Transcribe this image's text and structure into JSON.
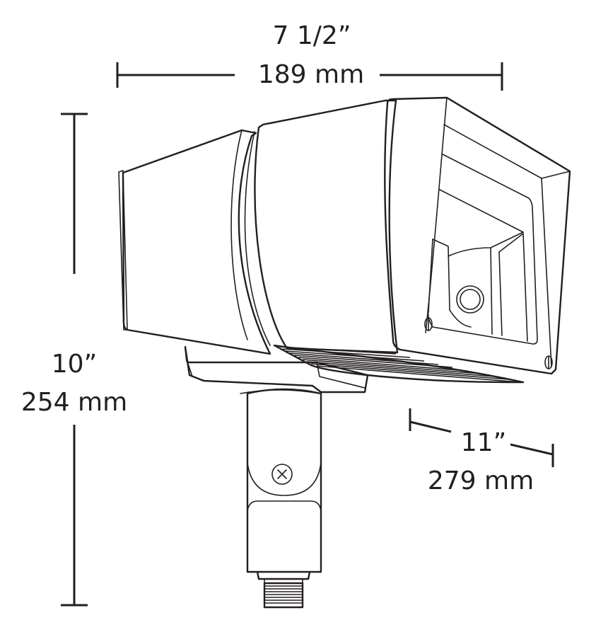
{
  "diagram": {
    "subject": "LED flood light fixture with knuckle mount",
    "line_color": "#231f20",
    "background": "#ffffff",
    "dimensions": {
      "width": {
        "imperial": "7 1/2”",
        "metric": "189 mm"
      },
      "height": {
        "imperial": "10”",
        "metric": "254 mm"
      },
      "depth": {
        "imperial": "11”",
        "metric": "279 mm"
      }
    }
  }
}
